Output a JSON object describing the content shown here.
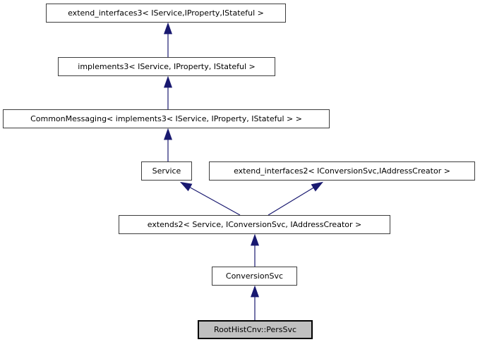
{
  "diagram": {
    "kind": "class-inheritance-graph",
    "nodes": [
      {
        "id": "extend_interfaces3",
        "label": "extend_interfaces3< IService,IProperty,IStateful >",
        "highlighted": false
      },
      {
        "id": "implements3",
        "label": "implements3< IService, IProperty, IStateful >",
        "highlighted": false
      },
      {
        "id": "CommonMessaging",
        "label": "CommonMessaging< implements3< IService, IProperty, IStateful > >",
        "highlighted": false
      },
      {
        "id": "Service",
        "label": "Service",
        "highlighted": false
      },
      {
        "id": "extend_interfaces2",
        "label": "extend_interfaces2< IConversionSvc,IAddressCreator >",
        "highlighted": false
      },
      {
        "id": "extends2",
        "label": "extends2< Service, IConversionSvc, IAddressCreator >",
        "highlighted": false
      },
      {
        "id": "ConversionSvc",
        "label": "ConversionSvc",
        "highlighted": false
      },
      {
        "id": "RootHistCnv::PersSvc",
        "label": "RootHistCnv::PersSvc",
        "highlighted": true
      }
    ],
    "edges": [
      {
        "from": "implements3",
        "to": "extend_interfaces3"
      },
      {
        "from": "CommonMessaging",
        "to": "implements3"
      },
      {
        "from": "Service",
        "to": "CommonMessaging"
      },
      {
        "from": "extends2",
        "to": "Service"
      },
      {
        "from": "extends2",
        "to": "extend_interfaces2"
      },
      {
        "from": "ConversionSvc",
        "to": "extends2"
      },
      {
        "from": "RootHistCnv::PersSvc",
        "to": "ConversionSvc"
      }
    ],
    "colors": {
      "arrow": "#191970",
      "node_border": "#3d3d3d",
      "node_fill": "#ffffff",
      "highlight_fill": "#c0c0c0",
      "highlight_border": "#000000",
      "background": "#ffffff",
      "text": "#000000"
    }
  }
}
